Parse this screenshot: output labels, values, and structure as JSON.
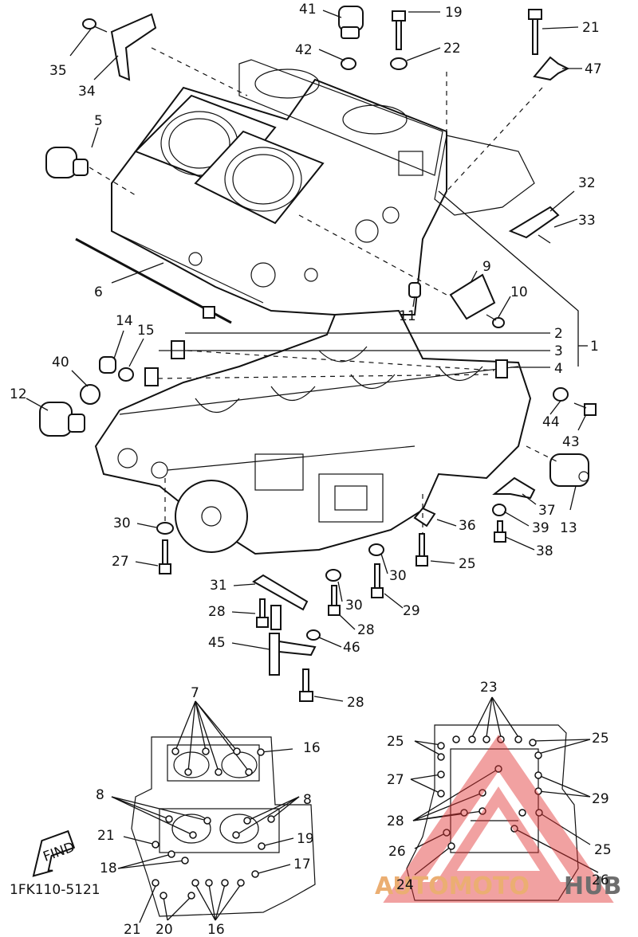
{
  "diagram": {
    "code": "1FK110-5121",
    "find_label": "FIND",
    "callouts": {
      "c1": "1",
      "c2": "2",
      "c3": "3",
      "c4": "4",
      "c5": "5",
      "c6": "6",
      "c7": "7",
      "c8": "8",
      "c9": "9",
      "c10": "10",
      "c11": "11",
      "c12": "12",
      "c13": "13",
      "c14": "14",
      "c15": "15",
      "c16": "16",
      "c17": "17",
      "c18": "18",
      "c19": "19",
      "c20": "20",
      "c21": "21",
      "c22": "22",
      "c23": "23",
      "c24": "24",
      "c25": "25",
      "c26": "26",
      "c27": "27",
      "c28": "28",
      "c29": "29",
      "c30": "30",
      "c31": "31",
      "c32": "32",
      "c33": "33",
      "c34": "34",
      "c35": "35",
      "c36": "36",
      "c37": "37",
      "c38": "38",
      "c39": "39",
      "c40": "40",
      "c41": "41",
      "c42": "42",
      "c43": "43",
      "c44": "44",
      "c45": "45",
      "c46": "46",
      "c47": "47"
    }
  },
  "watermark": {
    "text_a": "AUTOMOTO",
    "text_b": "HUB",
    "color_a": "#e8a05a",
    "color_b": "#555555",
    "mark_color": "#e03535"
  }
}
